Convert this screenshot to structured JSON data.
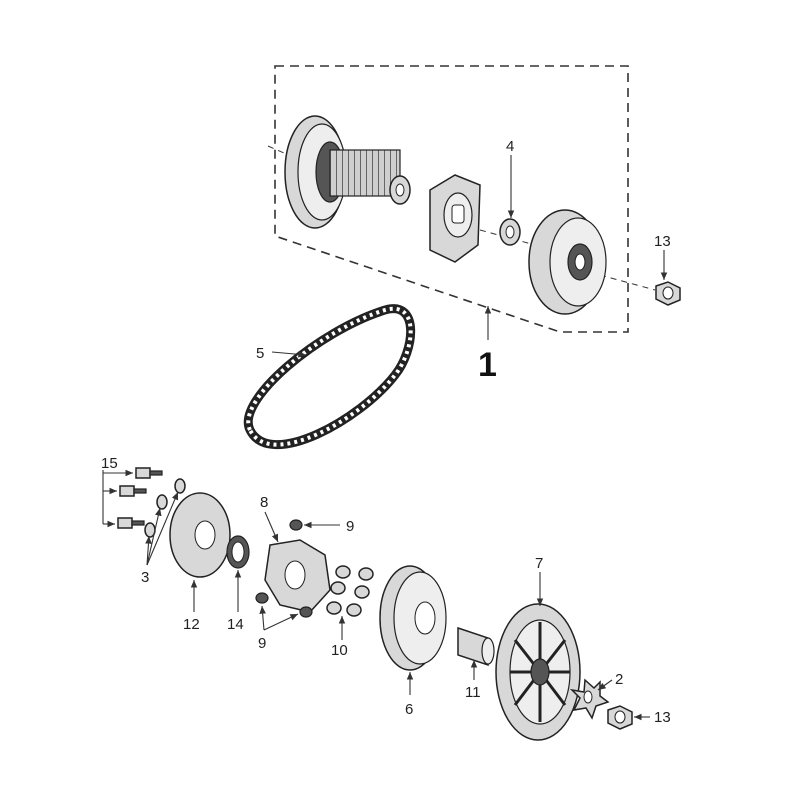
{
  "callouts": {
    "c1": "1",
    "c2": "2",
    "c3": "3",
    "c4": "4",
    "c5": "5",
    "c6": "6",
    "c7": "7",
    "c8": "8",
    "c9a": "9",
    "c9b": "9",
    "c10": "10",
    "c11": "11",
    "c12": "12",
    "c13a": "13",
    "c13b": "13",
    "c14": "14",
    "c15": "15"
  }
}
